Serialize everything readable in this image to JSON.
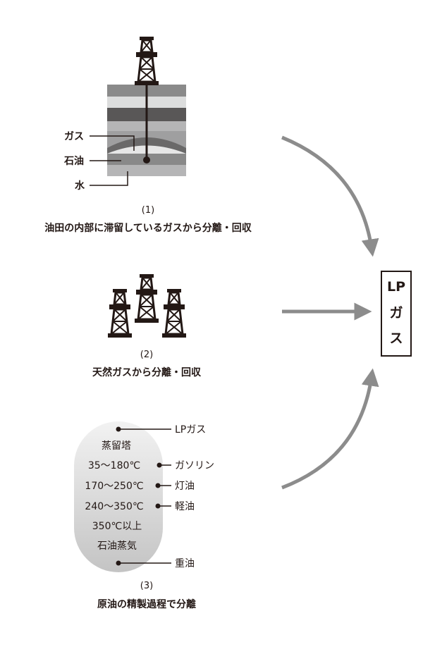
{
  "section1": {
    "labels": {
      "gas": "ガス",
      "oil": "石油",
      "water": "水"
    },
    "number": "(1)",
    "caption": "油田の内部に滞留しているガスから分離・回収"
  },
  "section2": {
    "number": "(2)",
    "caption": "天然ガスから分離・回収"
  },
  "section3": {
    "tower_rows": [
      "蒸留塔",
      "35〜180℃",
      "170〜250℃",
      "240〜350℃",
      "350℃以上",
      "石油蒸気"
    ],
    "outputs": {
      "lpgas": "LPガス",
      "gasoline": "ガソリン",
      "kerosene": "灯油",
      "diesel": "軽油",
      "heavy": "重油"
    },
    "number": "(3)",
    "caption": "原油の精製過程で分離"
  },
  "result_box": {
    "line1": "LP",
    "line2": "ガ",
    "line3": "ス"
  },
  "colors": {
    "ink": "#231815",
    "arrow": "#8c8c8c"
  }
}
